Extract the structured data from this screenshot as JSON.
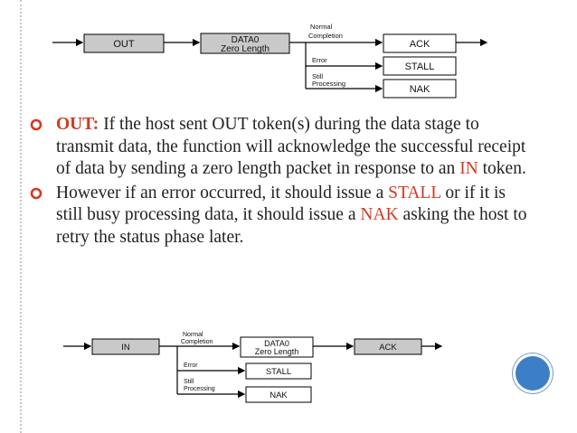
{
  "diagram_top": {
    "out_label": "OUT",
    "data0_label": "DATA0",
    "zero_length_label": "Zero Length",
    "normal_label": "Normal",
    "completion_label": "Completion",
    "error_label": "Error",
    "still_label": "Still",
    "processing_label": "Processing",
    "ack_label": "ACK",
    "stall_label": "STALL",
    "nak_label": "NAK"
  },
  "bullets": [
    {
      "title": "OUT:",
      "text_before": " If the host sent OUT token(s) during the data stage to transmit data, the function will acknowledge the successful receipt of data by sending a zero length packet in response to an ",
      "highlight": "IN",
      "text_after": " token."
    },
    {
      "text_1": "However if an error occurred, it should issue a ",
      "highlight_1": "STALL",
      "text_2": " or if it is still busy processing data, it should issue a ",
      "highlight_2": "NAK",
      "text_3": " asking the host to retry the status phase later."
    }
  ],
  "diagram_bottom": {
    "in_label": "IN",
    "normal_label": "Normal",
    "completion_label": "Completion",
    "data0_label": "DATA0",
    "zero_length_label": "Zero Length",
    "ack_label": "ACK",
    "error_label": "Error",
    "stall_label": "STALL",
    "still_label": "Still",
    "processing_label": "Processing",
    "nak_label": "NAK"
  },
  "colors": {
    "accent": "#d23a22",
    "box_fill": "#c9c9c9",
    "slide_dot": "#3c7fc6"
  }
}
